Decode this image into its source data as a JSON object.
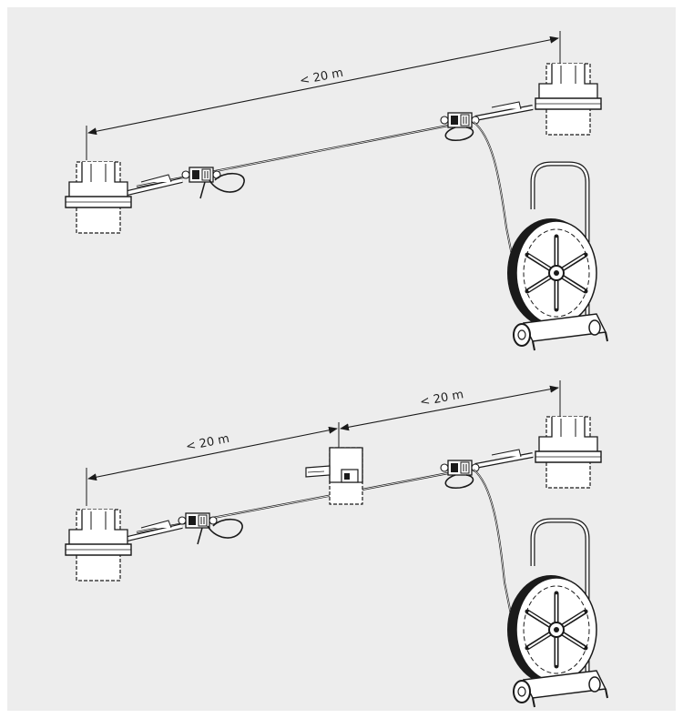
{
  "diagram": {
    "top": {
      "span_label": "< 20 m"
    },
    "bottom": {
      "span_left_label": "< 20 m",
      "span_right_label": "< 20 m"
    }
  },
  "colors": {
    "panel_background": "#ededed",
    "line": "#1a1a1a"
  }
}
